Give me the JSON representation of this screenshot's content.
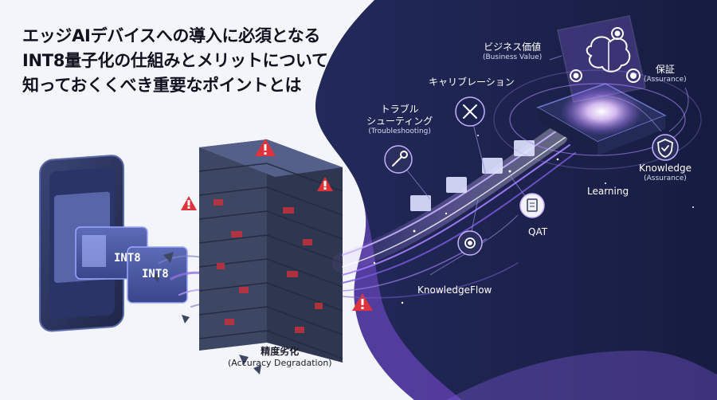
{
  "title": {
    "line1": "エッジAIデバイスへの導入に必須となる",
    "line2": "INT8量子化の仕組みとメリットについて",
    "line3": "知っておくくべき重要なポイントとは"
  },
  "device": {
    "chip_front_label": "INT8",
    "chip_back_label": "INT8"
  },
  "wall": {
    "label_jp": "精度劣化",
    "label_en": "(Accuracy Degradation)"
  },
  "nodes": {
    "business_value": {
      "jp": "ビジネス価値",
      "en": "(Business Value)"
    },
    "assurance": {
      "jp": "保証",
      "en": "(Assurance)"
    },
    "calibration": {
      "jp": "キャリブレーション"
    },
    "troubleshooting": {
      "jp1": "トラブル",
      "jp2": "シューティング",
      "en": "(Troubleshooting)"
    },
    "knowledge_assurance": {
      "jp": "Knowledge",
      "en": "(Assurance)"
    },
    "learning": {
      "label": "Learning"
    },
    "qat": {
      "label": "QAT"
    },
    "knowledge_flow": {
      "label": "KnowledgeFlow"
    }
  },
  "icons": [
    "brain-icon",
    "gear-icon",
    "wrench-icon",
    "tools-icon",
    "document-icon",
    "warning-icon",
    "shield-check-icon",
    "smartphone-icon",
    "processor-chip-icon"
  ],
  "colors": {
    "navy": "#1b2450",
    "deep_navy": "#141a3c",
    "purple": "#7b4fd8",
    "violet": "#a57cf0",
    "warning_red": "#e0323a",
    "wall_slate": "#3d4662",
    "text_dark": "#10131f"
  }
}
